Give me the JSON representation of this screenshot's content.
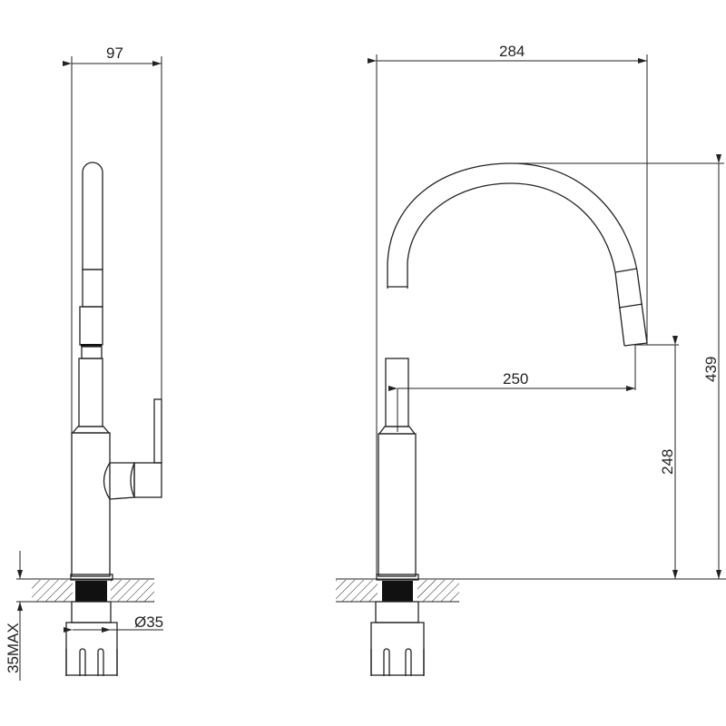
{
  "drawing": {
    "side_view": {
      "width_label": "97",
      "diameter_label": "Ø35",
      "deck_thickness_label": "35MAX"
    },
    "front_view": {
      "width_label": "284",
      "reach_label": "250",
      "outlet_height_label": "248",
      "total_height_label": "439"
    },
    "colors": {
      "line": "#222222",
      "background": "#ffffff"
    }
  }
}
